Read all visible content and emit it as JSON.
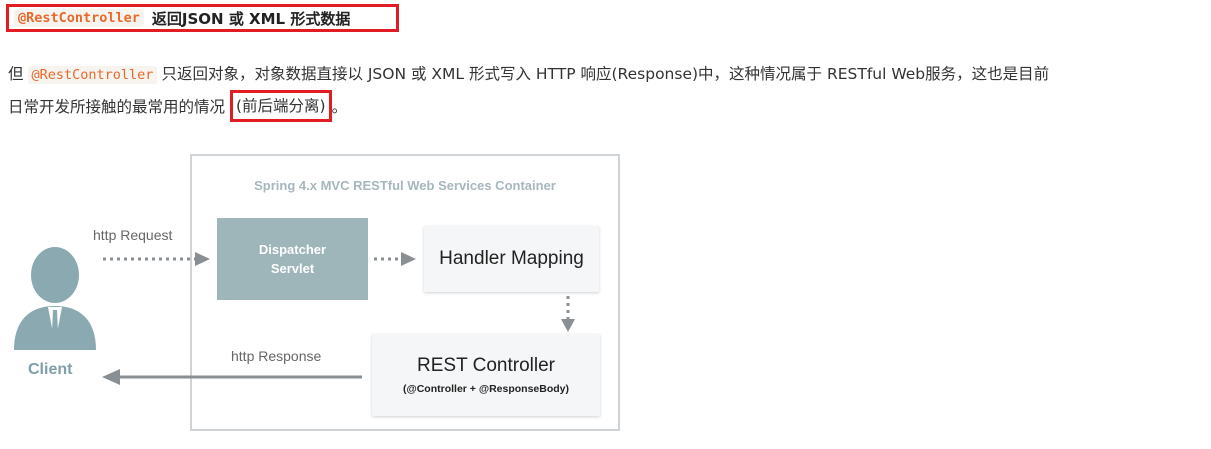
{
  "heading": {
    "code": "@RestController",
    "text": "返回JSON 或 XML 形式数据"
  },
  "paragraph": {
    "prefix": "但",
    "code": "@RestController",
    "line1_rest": "只返回对象，对象数据直接以 JSON 或 XML 形式写入 HTTP 响应(Response)中，这种情况属于 RESTful Web服务，这也是目前",
    "line2_prefix": "日常开发所接触的最常用的情况",
    "boxed": "(前后端分离)",
    "suffix": "。"
  },
  "diagram": {
    "container_title": "Spring 4.x MVC RESTful Web Services Container",
    "dispatcher_line1": "Dispatcher",
    "dispatcher_line2": "Servlet",
    "handler_mapping": "Handler Mapping",
    "rest_controller": "REST Controller",
    "rest_controller_sub": "(@Controller + @ResponseBody)",
    "http_request": "http Request",
    "http_response": "http Response",
    "client": "Client"
  },
  "colors": {
    "highlight_border": "#e11c23",
    "code_text": "#e8692b",
    "dispatcher_fill": "#9eb5ba",
    "client_icon": "#8aa9b0"
  }
}
